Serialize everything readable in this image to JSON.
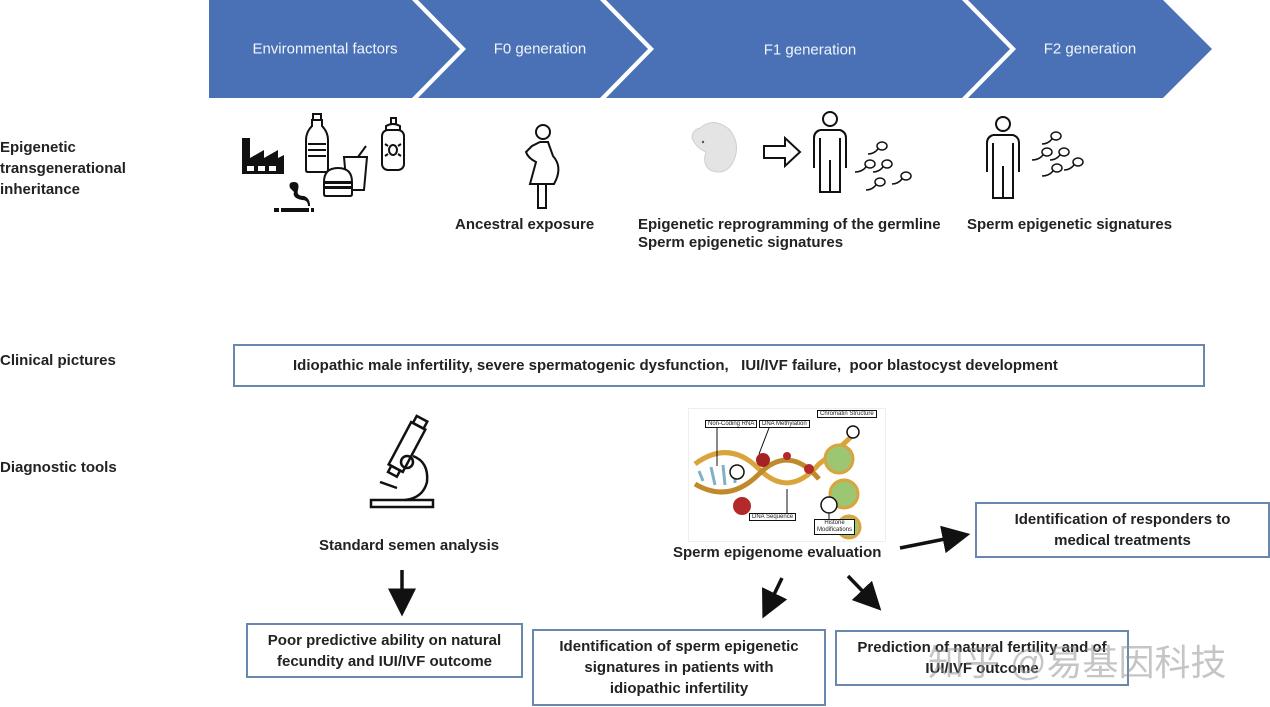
{
  "header_chevrons": [
    {
      "label": "Environmental factors"
    },
    {
      "label": "F0 generation"
    },
    {
      "label": "F1 generation"
    },
    {
      "label": "F2 generation"
    }
  ],
  "colors": {
    "chevron": "#4a71b5",
    "box_border": "#6a88ad",
    "text": "#222222"
  },
  "rows": {
    "inheritance": {
      "label_lines": [
        "Epigenetic",
        "transgenerational",
        "inheritance"
      ]
    },
    "clinical": {
      "label": "Clinical pictures"
    },
    "diagnostic": {
      "label": "Diagnostic tools"
    }
  },
  "inheritance_captions": {
    "f0": "Ancestral exposure",
    "f1_line1": "Epigenetic reprogramming of the germline",
    "f1_line2": "Sperm epigenetic signatures",
    "f2": "Sperm epigenetic signatures"
  },
  "clinical_box": {
    "text": "Idiopathic male infertility, severe spermatogenic dysfunction,   IUI/IVF failure,  poor blastocyst development"
  },
  "diagnostic": {
    "standard": {
      "caption": "Standard semen analysis"
    },
    "epigenome": {
      "caption": "Sperm epigenome evaluation",
      "figure_labels": {
        "ncrna": "Non-Coding RNA",
        "methylation": "DNA Methylation",
        "chromatin": "Chromatin Structure",
        "sequence": "DNA Sequence",
        "histone_line1": "Histone",
        "histone_line2": "Modifications"
      }
    },
    "outcome_boxes": {
      "poor_predictive": {
        "lines": [
          "Poor predictive ability on natural",
          "fecundity and IUI/IVF outcome"
        ]
      },
      "identification_signatures": {
        "lines": [
          "Identification of sperm epigenetic",
          "signatures in patients with",
          "idiopathic infertility"
        ]
      },
      "prediction": {
        "lines": [
          "Prediction of natural fertility and of",
          "IUI/IVF outcome"
        ]
      },
      "responders": {
        "lines": [
          "Identification of responders to",
          "medical treatments"
        ]
      }
    }
  },
  "watermark": "知乎 @易基因科技"
}
